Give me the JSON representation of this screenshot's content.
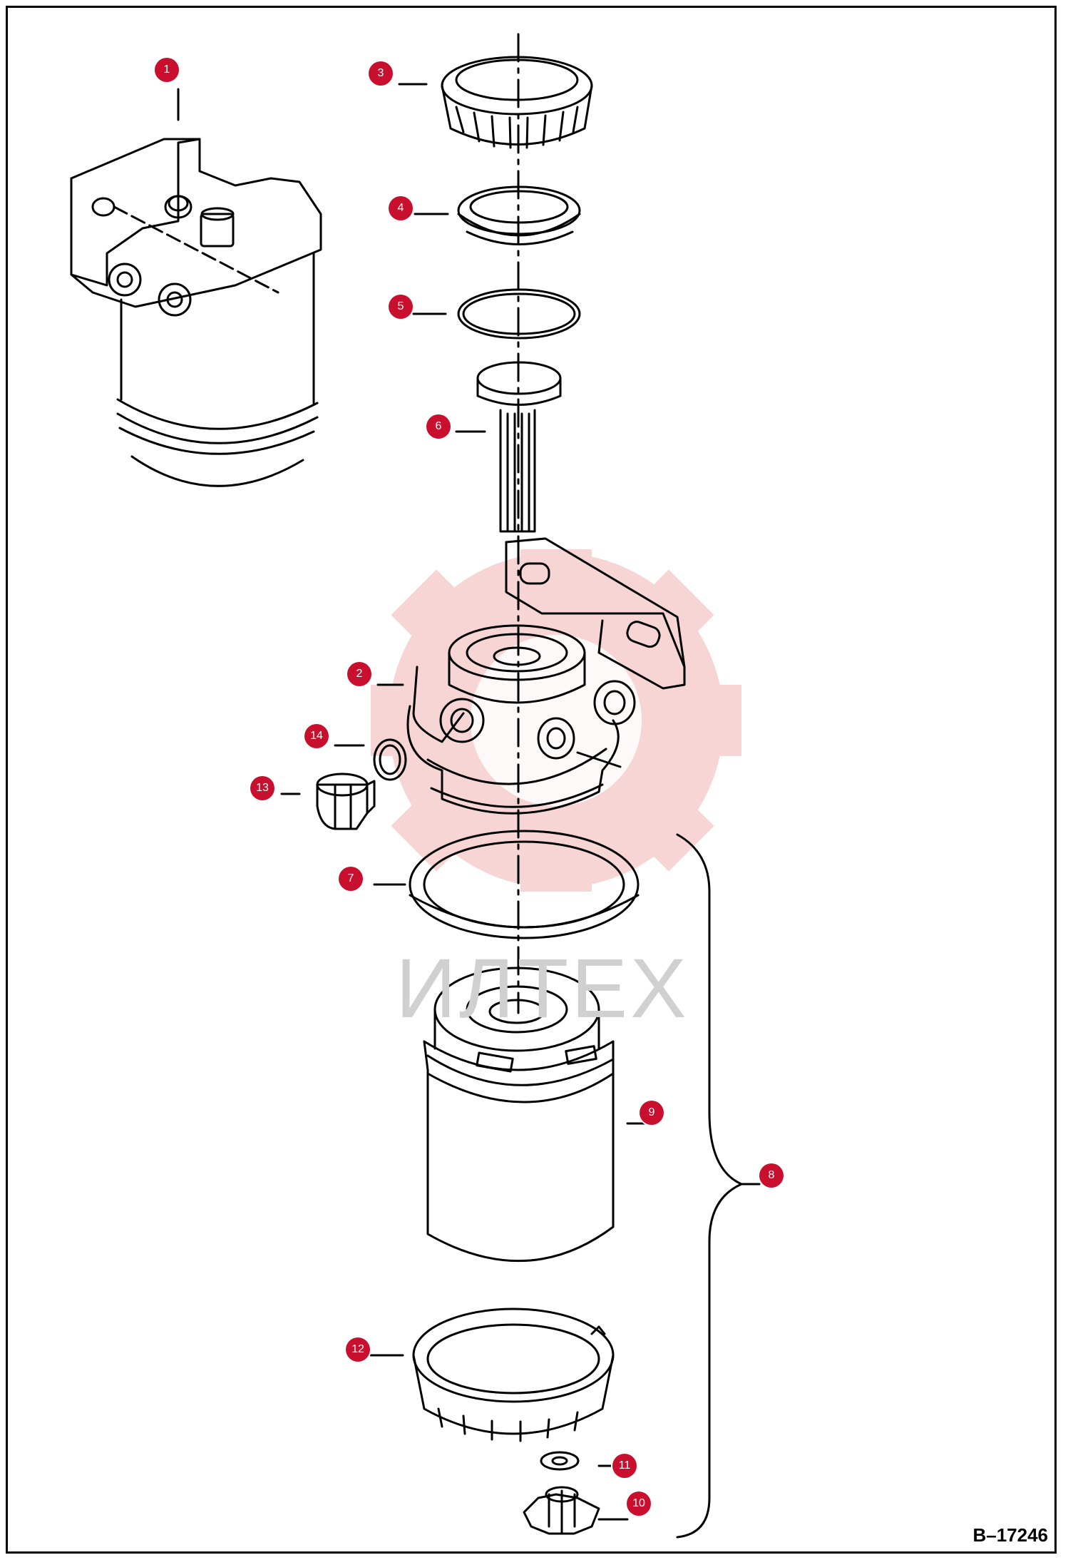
{
  "figure_code": "B–17246",
  "watermark": "ИЛТЕХ",
  "colors": {
    "callout": "#c8102e",
    "line": "#000000",
    "watermark_gear": "#f6c7c7",
    "watermark_text": "#d0d0d0"
  },
  "callouts": [
    "1",
    "2",
    "3",
    "4",
    "5",
    "6",
    "7",
    "8",
    "9",
    "10",
    "11",
    "12",
    "13",
    "14"
  ]
}
